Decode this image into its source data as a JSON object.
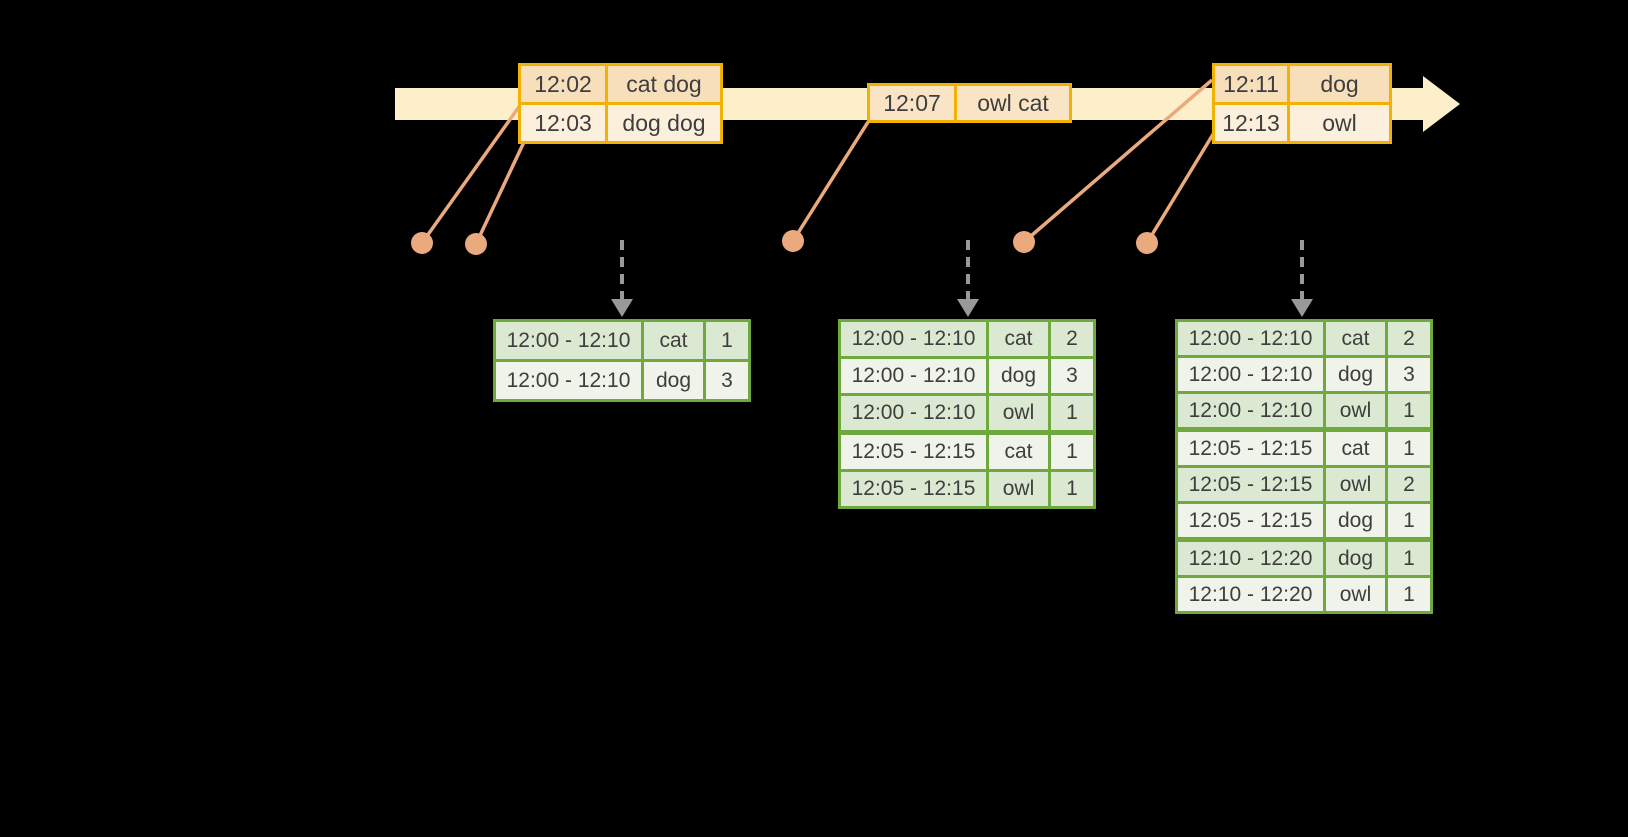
{
  "colors": {
    "background": "#000000",
    "band": "#FCEFC9",
    "event-border": "#F2B203",
    "event-row-dark": "#F8DFBC",
    "event-row-light": "#FCF0DD",
    "event-single": "#FAE4C6",
    "dot": "#EBA97E",
    "green-border": "#6FA83D",
    "green-row-dark": "#DCE9D2",
    "green-row-light": "#EFF3EA",
    "text": "#3E3E3E",
    "arrow-gray": "#999999"
  },
  "event_tables": [
    {
      "rows": [
        {
          "time": "12:02",
          "words": "cat dog"
        },
        {
          "time": "12:03",
          "words": "dog dog"
        }
      ]
    },
    {
      "rows": [
        {
          "time": "12:07",
          "words": "owl cat"
        }
      ]
    },
    {
      "rows": [
        {
          "time": "12:11",
          "words": "dog"
        },
        {
          "time": "12:13",
          "words": "owl"
        }
      ]
    }
  ],
  "result_tables": [
    {
      "rows": [
        {
          "window": "12:00 - 12:10",
          "word": "cat",
          "count": "1"
        },
        {
          "window": "12:00 - 12:10",
          "word": "dog",
          "count": "3"
        }
      ]
    },
    {
      "rows": [
        {
          "window": "12:00 - 12:10",
          "word": "cat",
          "count": "2"
        },
        {
          "window": "12:00 - 12:10",
          "word": "dog",
          "count": "3"
        },
        {
          "window": "12:00 - 12:10",
          "word": "owl",
          "count": "1"
        },
        {
          "window": "12:05 - 12:15",
          "word": "cat",
          "count": "1"
        },
        {
          "window": "12:05 - 12:15",
          "word": "owl",
          "count": "1"
        }
      ]
    },
    {
      "rows": [
        {
          "window": "12:00 - 12:10",
          "word": "cat",
          "count": "2"
        },
        {
          "window": "12:00 - 12:10",
          "word": "dog",
          "count": "3"
        },
        {
          "window": "12:00 - 12:10",
          "word": "owl",
          "count": "1"
        },
        {
          "window": "12:05 - 12:15",
          "word": "cat",
          "count": "1"
        },
        {
          "window": "12:05 - 12:15",
          "word": "owl",
          "count": "2"
        },
        {
          "window": "12:05 - 12:15",
          "word": "dog",
          "count": "1"
        },
        {
          "window": "12:10 - 12:20",
          "word": "dog",
          "count": "1"
        },
        {
          "window": "12:10 - 12:20",
          "word": "owl",
          "count": "1"
        }
      ]
    }
  ]
}
